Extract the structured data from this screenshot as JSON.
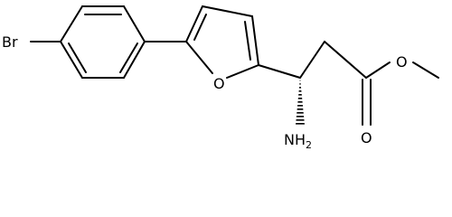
{
  "molecule": {
    "atoms": {
      "bromine": "Br",
      "furan_oxygen": "O",
      "amine": "NH",
      "amine_subscript": "2",
      "ester_single_oxygen": "O",
      "carbonyl_oxygen": "O"
    },
    "colors": {
      "bond": "#000000",
      "label": "#000000",
      "background": "#ffffff"
    }
  }
}
